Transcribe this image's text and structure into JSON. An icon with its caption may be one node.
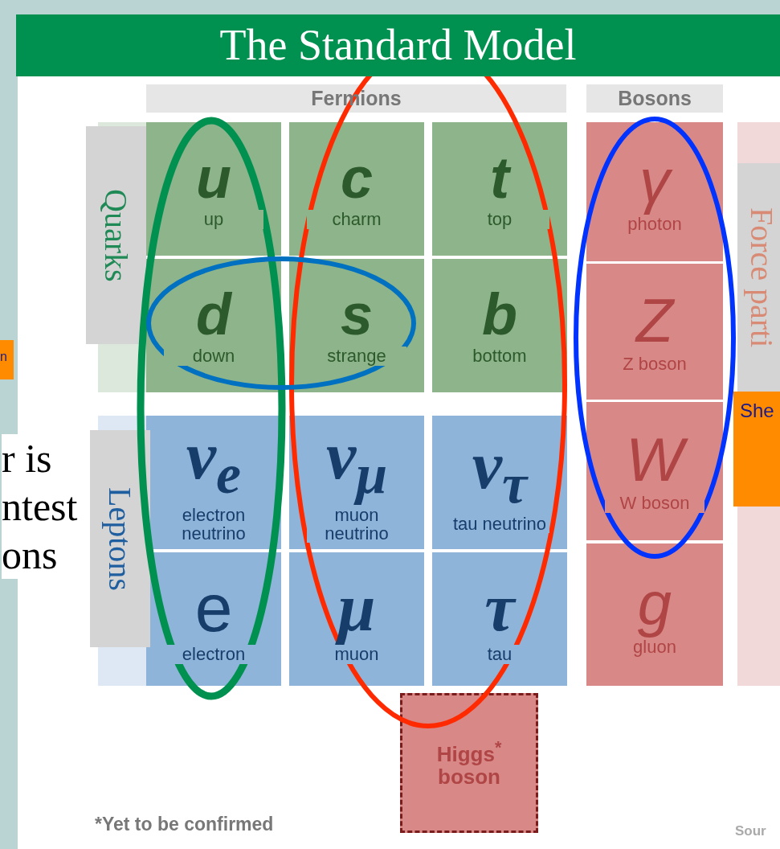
{
  "diagram": {
    "title": "The Standard Model",
    "nodes": [
      {
        "text": [
          "Fermions"
        ]
      },
      {
        "text": [
          "Bosons"
        ]
      },
      {
        "text": [
          "Quarks"
        ]
      },
      {
        "text": [
          "u",
          "up"
        ]
      },
      {
        "text": [
          "c",
          "charm"
        ]
      },
      {
        "text": [
          "t",
          "top"
        ]
      },
      {
        "text": [
          "γ",
          "photon"
        ]
      },
      {
        "text": [
          "Force parti"
        ]
      },
      {
        "text": [
          "n"
        ]
      },
      {
        "text": [
          "d",
          "down"
        ]
      },
      {
        "text": [
          "s",
          "strange"
        ]
      },
      {
        "text": [
          "b",
          "bottom"
        ]
      },
      {
        "text": [
          "Z",
          "Z boson"
        ]
      },
      {
        "text": [
          "She"
        ]
      },
      {
        "text": [
          "Leptons"
        ]
      },
      {
        "text": [
          "ν$_{e}$",
          "electron neutrino"
        ]
      },
      {
        "text": [
          "ν$_{μ}$",
          "muon neutrino"
        ]
      },
      {
        "text": [
          "ν$_{τ}$",
          "tau neutrino"
        ]
      },
      {
        "text": [
          "W",
          "W boson"
        ]
      },
      {
        "text": [
          "e",
          "electron"
        ]
      },
      {
        "text": [
          "μ",
          "muon"
        ]
      },
      {
        "text": [
          "τ",
          "tau"
        ]
      },
      {
        "text": [
          "g",
          "gluon"
        ]
      },
      {
        "text": [
          "Higgs$^{*}$ boson"
        ]
      }
    ],
    "labels": [
      "r is ntest ons",
      "*Yet to be confirmed",
      "Sour"
    ]
  }
}
